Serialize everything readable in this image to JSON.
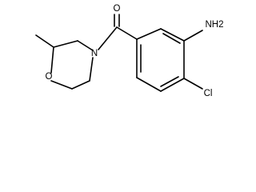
{
  "molecule": {
    "atoms": {
      "carbonyl_oxygen": "O",
      "morpholine_nitrogen": "N",
      "morpholine_oxygen": "O",
      "amine": "NH2",
      "chlorine": "Cl"
    }
  },
  "colors": {
    "bond": "#000000",
    "text": "#000000",
    "background": "#ffffff"
  }
}
